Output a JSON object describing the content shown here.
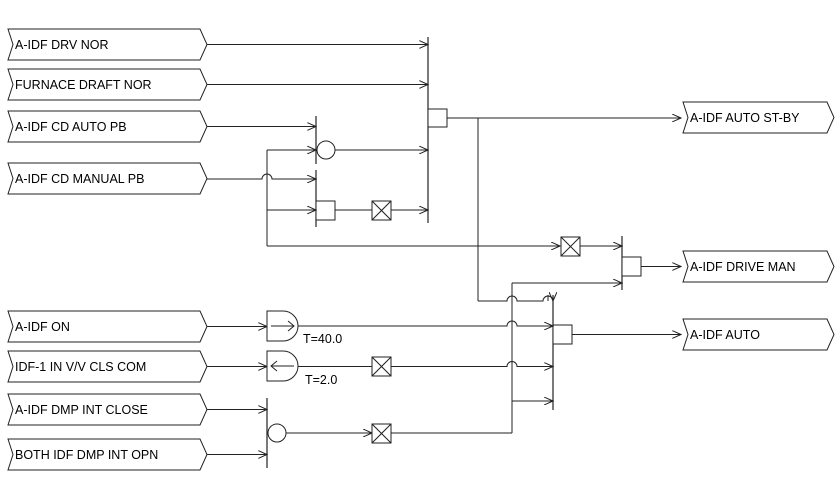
{
  "inputs": [
    {
      "key": "drv_nor",
      "label": "A-IDF DRV NOR"
    },
    {
      "key": "furnace_draft",
      "label": "FURNACE DRAFT NOR"
    },
    {
      "key": "cd_auto_pb",
      "label": "A-IDF CD AUTO PB"
    },
    {
      "key": "cd_manual_pb",
      "label": "A-IDF CD MANUAL PB"
    },
    {
      "key": "idf_on",
      "label": "A-IDF ON"
    },
    {
      "key": "vv_cls_com",
      "label": "IDF-1 IN V/V CLS COM"
    },
    {
      "key": "dmp_int_close",
      "label": "A-IDF DMP INT CLOSE"
    },
    {
      "key": "both_dmp_int_opn",
      "label": "BOTH IDF DMP INT OPN"
    }
  ],
  "outputs": [
    {
      "key": "auto_stby",
      "label": "A-IDF AUTO ST-BY"
    },
    {
      "key": "drive_man",
      "label": "A-IDF DRIVE MAN"
    },
    {
      "key": "auto",
      "label": "A-IDF AUTO"
    }
  ],
  "timers": [
    {
      "key": "on_delay",
      "label": "T=40.0"
    },
    {
      "key": "off_delay",
      "label": "T=2.0"
    }
  ],
  "colors": {
    "line": "#222222",
    "background": "#ffffff"
  }
}
